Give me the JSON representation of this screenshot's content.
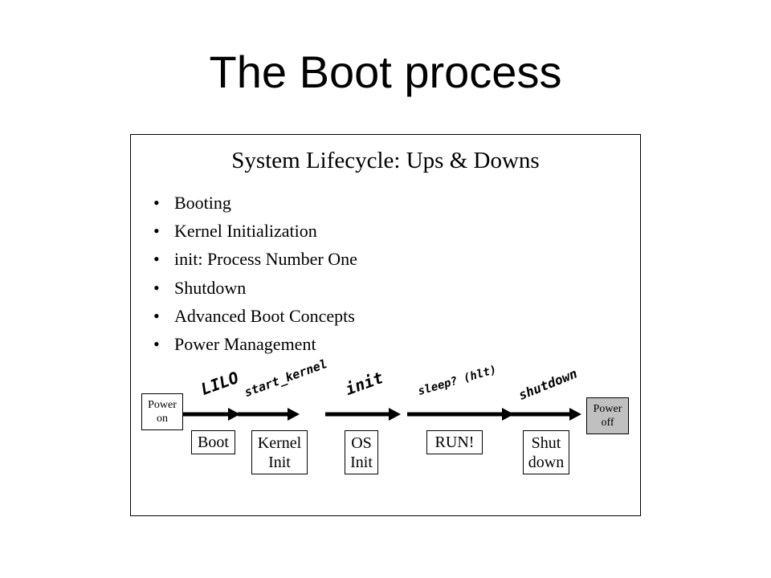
{
  "slide": {
    "title": "The Boot process"
  },
  "diagram": {
    "title": "System Lifecycle: Ups & Downs",
    "bullets": [
      "Booting",
      "Kernel Initialization",
      "init: Process Number One",
      "Shutdown",
      "Advanced Boot Concepts",
      "Power Management"
    ],
    "endpoints": {
      "power_on": [
        "Power",
        "on"
      ],
      "power_off": [
        "Power",
        "off"
      ]
    },
    "stages": [
      [
        "Boot"
      ],
      [
        "Kernel",
        "Init"
      ],
      [
        "OS",
        "Init"
      ],
      [
        "RUN!"
      ],
      [
        "Shut",
        "down"
      ]
    ],
    "transitions": [
      "LILO",
      "start_kernel",
      "init",
      "sleep? (hlt)",
      "shutdown"
    ],
    "colors": {
      "power_off_fill": "#c0c0c0",
      "stroke": "#000000"
    }
  }
}
